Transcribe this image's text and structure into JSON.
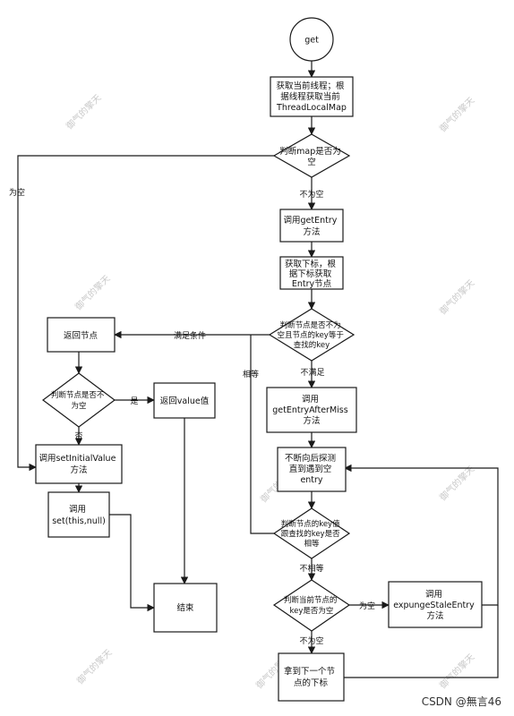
{
  "nodes": {
    "start": [
      "get"
    ],
    "get_map": [
      "获取当前线程；根",
      "据线程获取当前",
      "ThreadLocalMap"
    ],
    "is_map_empty": [
      "判断map是否为",
      "空"
    ],
    "call_get_entry": [
      "调用getEntry",
      "方法"
    ],
    "get_index": [
      "获取下标，根",
      "据下标获取",
      "Entry节点"
    ],
    "check_entry": [
      "判断节点是否不为",
      "空且节点的key等于",
      "查找的key"
    ],
    "return_node": [
      "返回节点"
    ],
    "check_node_null": [
      "判断节点是否不",
      "为空"
    ],
    "return_value": [
      "返回value值"
    ],
    "call_set_initial": [
      "调用setInitialValue",
      "方法"
    ],
    "call_set": [
      "调用",
      "set(this,null)"
    ],
    "end": [
      "结束"
    ],
    "call_get_entry_after_miss": [
      "调用",
      "getEntryAfterMiss",
      "方法"
    ],
    "probe_back": [
      "不断向后探测",
      "直到遇到空",
      "entry"
    ],
    "check_key_equal": [
      "判断节点的key值",
      "跟查找的key是否",
      "相等"
    ],
    "check_current_key_null": [
      "判断当前节点的",
      "key是否为空"
    ],
    "expunge": [
      "调用",
      "expungeStaleEntry",
      "方法"
    ],
    "next_index": [
      "拿到下一个节",
      "点的下标"
    ]
  },
  "edge_labels": {
    "map_empty": "为空",
    "map_not_empty": "不为空",
    "condition_met": "满足条件",
    "equal": "相等",
    "not_met": "不满足",
    "yes": "是",
    "no": "否",
    "not_equal": "不相等",
    "key_null": "为空",
    "key_not_null": "不为空"
  },
  "watermark": "御气的擎天",
  "credit": "CSDN @無言46"
}
